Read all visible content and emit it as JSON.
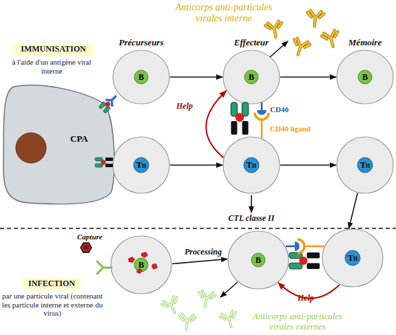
{
  "diagram": {
    "nodes": [
      {
        "text": [
          "CPA"
        ]
      },
      {
        "text": [
          "B"
        ]
      },
      {
        "text": [
          "B"
        ]
      },
      {
        "text": [
          "B"
        ]
      },
      {
        "text": [
          "TH"
        ]
      },
      {
        "text": [
          "TH"
        ]
      },
      {
        "text": [
          "TH"
        ]
      },
      {
        "text": [
          "B"
        ]
      },
      {
        "text": [
          "B"
        ]
      },
      {
        "text": [
          "TH"
        ]
      }
    ],
    "edges": [
      {
        "from": 1,
        "to": 2,
        "arrow": "to"
      },
      {
        "from": 2,
        "to": 3,
        "arrow": "to"
      },
      {
        "from": 4,
        "to": 5,
        "arrow": "to"
      },
      {
        "from": 5,
        "to": 6,
        "arrow": "to"
      },
      {
        "from": 5,
        "to": 2,
        "label": "Help",
        "arrow": "to"
      },
      {
        "from": 7,
        "to": 8,
        "label": "Processing",
        "arrow": "to"
      },
      {
        "from": 9,
        "to": 8,
        "label": "Help",
        "arrow": "to"
      },
      {
        "from": 6,
        "to": 9,
        "arrow": "to"
      }
    ],
    "labels": [
      "Anticorps anti-particules virales interne",
      "IMMUNISATION",
      "à l'aide d'un antigène viral interne",
      "Précurseurs",
      "Effecteur",
      "Mémoire",
      "CD40",
      "CD40 ligand",
      "CTL classe II",
      "Capture",
      "INFECTION",
      "par une particule viral (contenant les particule interne et externe du virus)",
      "Anticorps anti-particules virales externes"
    ]
  }
}
